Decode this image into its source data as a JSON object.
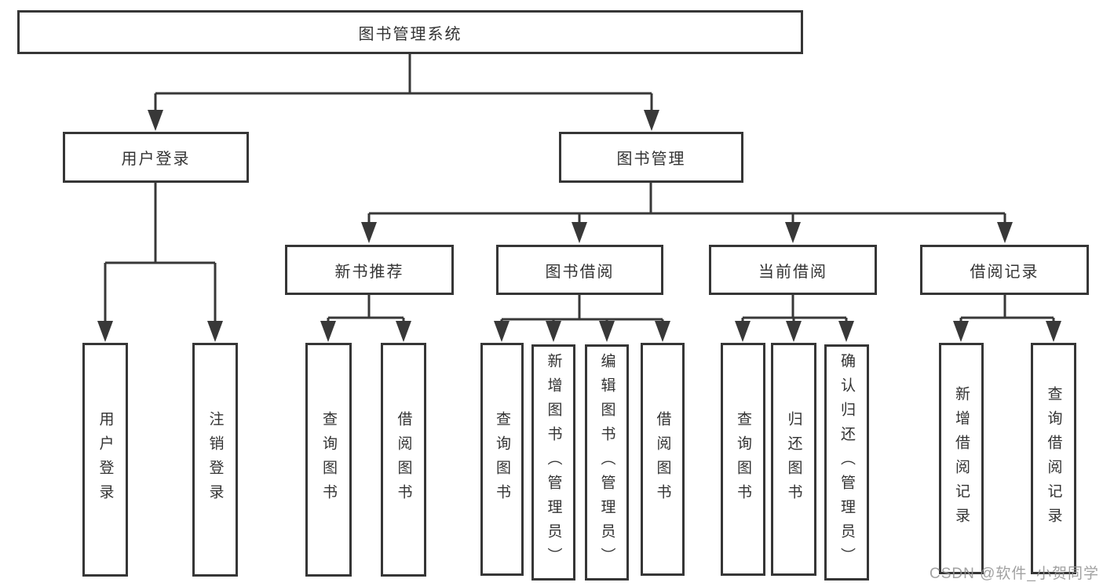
{
  "diagram_type": "hierarchy-tree",
  "colors": {
    "background": "#ffffff",
    "line": "#383838",
    "box_border": "#363636",
    "box_fill": "#ffffff",
    "text": "#333333",
    "watermark": "#919191"
  },
  "tree": {
    "root": {
      "label": "图书管理系统"
    },
    "branches": [
      {
        "label": "用户登录",
        "children": [
          {
            "label": "用户登录"
          },
          {
            "label": "注销登录"
          }
        ]
      },
      {
        "label": "图书管理",
        "children": [
          {
            "label": "新书推荐",
            "children": [
              {
                "label": "查询图书"
              },
              {
                "label": "借阅图书"
              }
            ]
          },
          {
            "label": "图书借阅",
            "children": [
              {
                "label": "查询图书"
              },
              {
                "label": "新增图书（管理员）"
              },
              {
                "label": "编辑图书（管理员）"
              },
              {
                "label": "借阅图书"
              }
            ]
          },
          {
            "label": "当前借阅",
            "children": [
              {
                "label": "查询图书"
              },
              {
                "label": "归还图书"
              },
              {
                "label": "确认归还（管理员）"
              }
            ]
          },
          {
            "label": "借阅记录",
            "children": [
              {
                "label": "新增借阅记录"
              },
              {
                "label": "查询借阅记录"
              }
            ]
          }
        ]
      }
    ]
  },
  "watermark": {
    "text": "CSDN @软件_小贺同学"
  }
}
